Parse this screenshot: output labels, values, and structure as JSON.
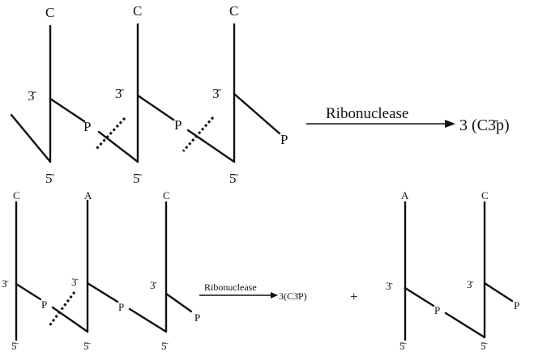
{
  "labels": {
    "c": "C",
    "a": "A",
    "p_upper": "P",
    "three_bar": "3̄",
    "five_bar": "5̄",
    "plus": "+"
  },
  "top_reaction": {
    "enzyme": "Ribonuclease",
    "product": "3 (C3̄p)"
  },
  "bottom_reaction": {
    "enzyme": "Ribonuclease",
    "product": "3(C3̄P)"
  }
}
